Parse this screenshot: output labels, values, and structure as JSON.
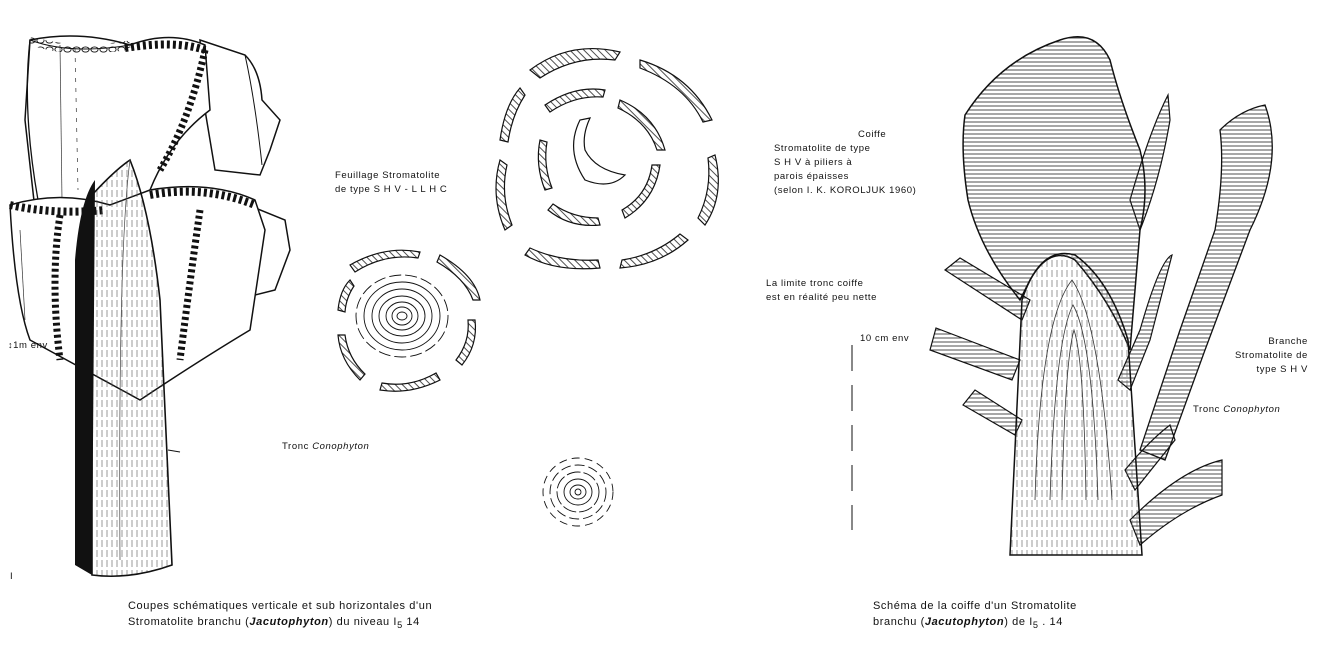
{
  "left_figure": {
    "height_label": "1m env",
    "corner_mark": "I",
    "foliage_label": {
      "line1": "Feuillage  Stromatolite",
      "line2": "de type  S H V  - L L H C"
    },
    "trunk_label": {
      "prefix": "Tronc",
      "name": "Conophyton"
    },
    "caption": {
      "line1": "Coupes  schématiques  verticale  et  sub horizontales  d'un",
      "line2_pre": "Stromatolite  branchu  (",
      "line2_genus": "Jacutophyton",
      "line2_post": ")  du  niveau  I",
      "line2_sub": "5",
      "line2_end": "  14"
    }
  },
  "right_figure": {
    "cap_label": {
      "line1": "Coiffe",
      "line2": "Stromatolite  de  type",
      "line3": "S H  V  à  piliers  à",
      "line4": "parois  épaisses",
      "line5": "(selon  I. K. KOROLJUK  1960)"
    },
    "boundary_label": {
      "line1": "La limite tronc coiffe",
      "line2": "est en réalité peu nette"
    },
    "scale_label": "10 cm  env",
    "branch_label": {
      "line1": "Branche",
      "line2": "Stromatolite  de",
      "line3": "type  S H  V"
    },
    "trunk_label": {
      "prefix": "Tronc",
      "name": "Conophyton"
    },
    "caption": {
      "line1": "Schéma  de  la  coiffe  d'un  Stromatolite",
      "line2_pre": "branchu  (",
      "line2_genus": "Jacutophyton",
      "line2_post": ")  de  I",
      "line2_sub": "5",
      "line2_end": " . 14"
    }
  }
}
